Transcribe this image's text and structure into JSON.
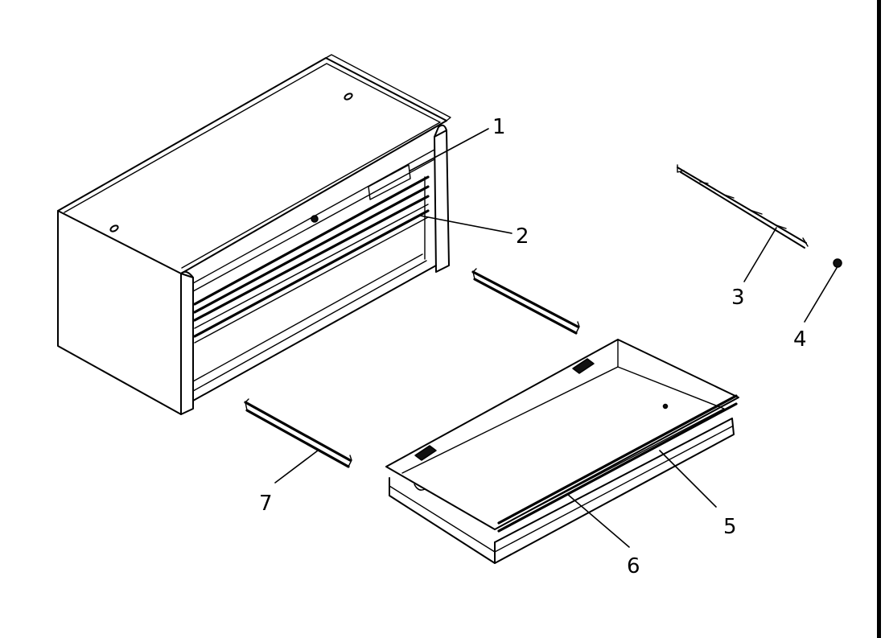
{
  "parts": [
    {
      "id": "part-1",
      "label": "1"
    },
    {
      "id": "part-2",
      "label": "2"
    },
    {
      "id": "part-3",
      "label": "3"
    },
    {
      "id": "part-4",
      "label": "4"
    },
    {
      "id": "part-5",
      "label": "5"
    },
    {
      "id": "part-6",
      "label": "6"
    },
    {
      "id": "part-7",
      "label": "7"
    }
  ]
}
